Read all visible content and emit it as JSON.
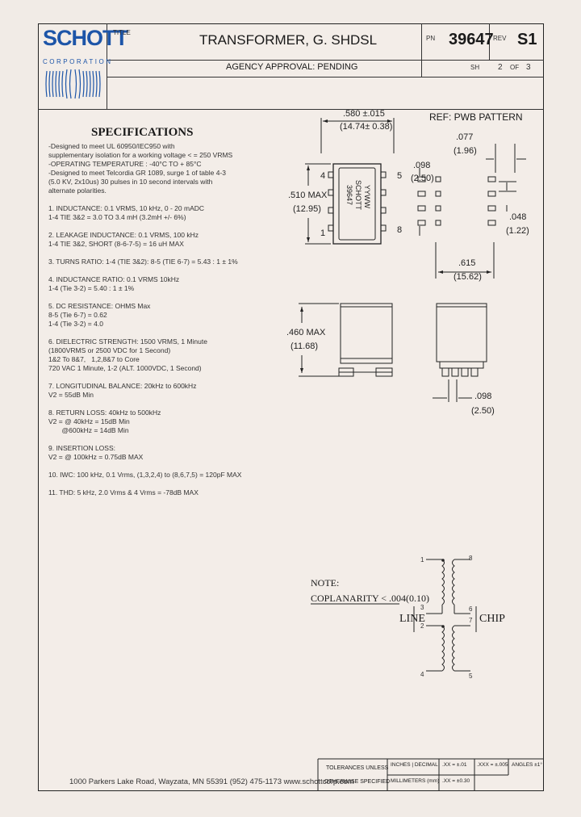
{
  "header": {
    "logo_name": "SCHOTT",
    "logo_sub": "CORPORATION",
    "title_label": "TITLE",
    "title": "TRANSFORMER, G. SHDSL",
    "pn_label": "PN",
    "pn": "39647",
    "rev_label": "REV",
    "rev": "S1",
    "agency": "AGENCY APPROVAL: PENDING",
    "sh_label": "SH",
    "sheet_no": "2",
    "sheet_of": "OF",
    "sheet_total": "3"
  },
  "specs": {
    "heading": "SPECIFICATIONS",
    "lines": [
      "-Designed to meet UL 60950/IEC950 with",
      "supplementary isolation for a working voltage < = 250 VRMS",
      "-OPERATING TEMPERATURE : -40°C TO + 85°C",
      "-Designed to meet Telcordia GR 1089, surge 1 of table 4-3",
      "(5.0 KV, 2x10us) 30 pulses in 10 second intervals with",
      "alternate polarities.",
      "",
      "1. INDUCTANCE: 0.1 VRMS, 10 kHz, 0 - 20 mADC",
      "1-4 TIE 3&2 = 3.0 TO 3.4 mH (3.2mH +/- 6%)",
      "",
      "2. LEAKAGE INDUCTANCE: 0.1 VRMS, 100 kHz",
      "1-4 TIE 3&2, SHORT (8-6-7-5) = 16 uH MAX",
      "",
      "3. TURNS RATIO: 1-4 (TIE 3&2): 8-5 (TIE 6-7) = 5.43 : 1 ± 1%",
      "",
      "4. INDUCTANCE RATIO: 0.1 VRMS 10kHz",
      "1-4 (Tie 3-2) = 5.40 : 1 ± 1%",
      "",
      "5. DC RESISTANCE: OHMS Max",
      "8-5 (Tie 6-7) = 0.62",
      "1-4 (Tie 3-2) = 4.0",
      "",
      "6. DIELECTRIC STRENGTH: 1500 VRMS, 1 Minute",
      "(1800VRMS or 2500 VDC for 1 Second)",
      "1&2 To 8&7,   1,2,8&7 to Core",
      "720 VAC 1 Minute, 1-2 (ALT. 1000VDC, 1 Second)",
      "",
      "7. LONGITUDINAL BALANCE: 20kHz to 600kHz",
      "V2 = 55dB Min",
      "",
      "8. RETURN LOSS: 40kHz to 500kHz",
      "V2 = @ 40kHz = 15dB Min",
      "       @600kHz = 14dB Min",
      "",
      "9. INSERTION LOSS:",
      "V2 = @ 100kHz = 0.75dB MAX",
      "",
      "10. IWC: 100 kHz, 0.1 Vrms, (1,3,2,4) to (8,6,7,5) = 120pF MAX",
      "",
      "11. THD: 5 kHz, 2.0 Vrms & 4 Vrms = -78dB MAX"
    ]
  },
  "drawing": {
    "top_width": ".580 ±.015",
    "top_width_mm": "(14.74± 0.38)",
    "side_height": ".510 MAX",
    "side_height_mm": "(12.95)",
    "pin4": "4",
    "pin5": "5",
    "pin1": "1",
    "pin8": "8",
    "marking": [
      "39647",
      "SCHOTT",
      "YYWW"
    ],
    "pwb_title": "REF: PWB PATTERN",
    "pwb_077": ".077",
    "pwb_077_mm": "(1.96)",
    "pwb_098": ".098",
    "pwb_098_mm": "(2.50)",
    "pwb_048": ".048",
    "pwb_048_mm": "(1.22)",
    "pwb_615": ".615",
    "pwb_615_mm": "(15.62)",
    "body_height": ".460 MAX",
    "body_height_mm": "(11.68)",
    "lead_098": ".098",
    "lead_098_mm": "(2.50)",
    "note": "NOTE:",
    "coplanarity": "COPLANARITY < .004(0.10)",
    "line_label": "LINE",
    "chip_label": "CHIP",
    "sch_pins": [
      "1",
      "8",
      "3",
      "2",
      "6",
      "7",
      "4",
      "5"
    ]
  },
  "footer": {
    "address": "1000 Parkers Lake Road, Wayzata, MN 55391 (952) 475-1173 www.schottcorp.com",
    "tol1": "TOLERANCES UNLESS",
    "tol2": "OTHERWISE SPECIFIED",
    "inches": "INCHES | DECIMAL",
    "mm": "MILLIMETERS (mm)",
    "xx": ".XX = ±.01",
    "xxx": ".XXX = ±.005",
    "mmx": ".XX = ±0.30",
    "angles": "ANGLES ±1°"
  }
}
